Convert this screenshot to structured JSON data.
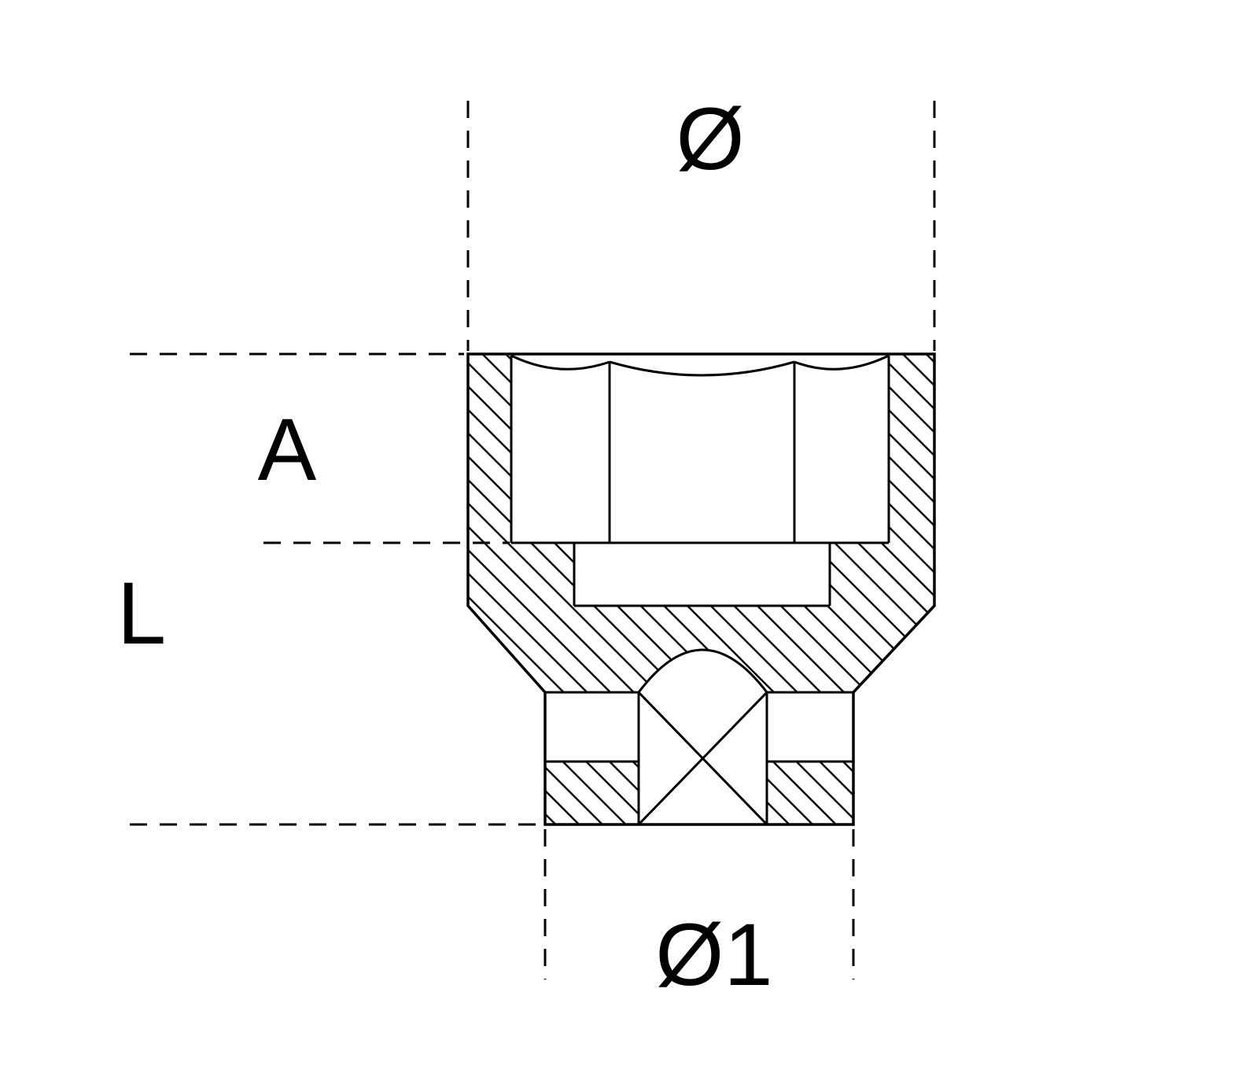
{
  "page": {
    "background": "#ffffff",
    "line_color": "#000000"
  },
  "diagram": {
    "kind": "socket-wrench-cross-section-technical-drawing",
    "labels": {
      "outer_diameter": "Ø",
      "socket_depth": "A",
      "overall_length": "L",
      "drive_end_diameter": "Ø1"
    }
  }
}
